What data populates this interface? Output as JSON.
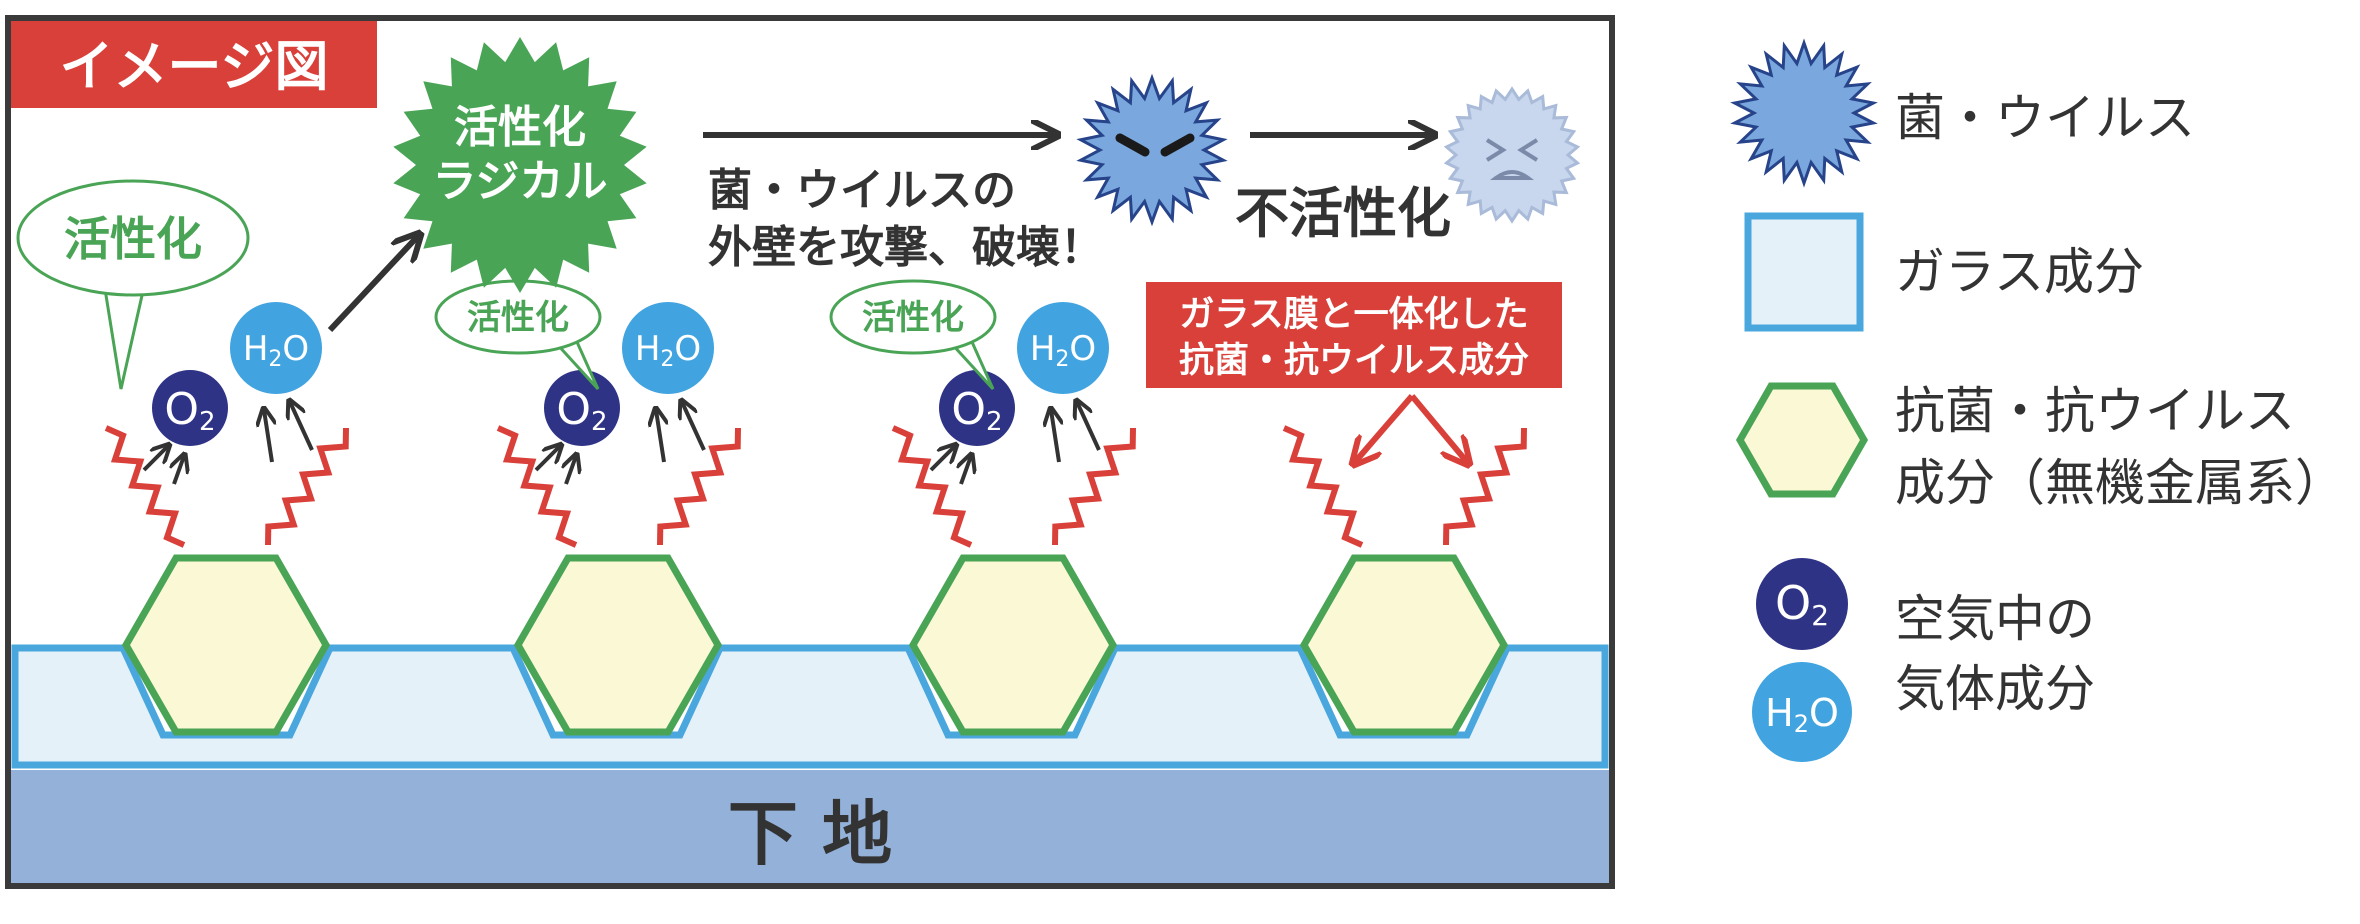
{
  "badge": "イメージ図",
  "radical_label": [
    "活性化",
    "ラジカル"
  ],
  "attack_text": [
    "菌・ウイルスの",
    "外壁を攻撃、破壊！"
  ],
  "inactivation_label": "不活性化",
  "activation_bubble": "活性化",
  "callout_text": [
    "ガラス膜と一体化した",
    "抗菌・抗ウイルス成分"
  ],
  "substrate_label": "下 地",
  "molecules": {
    "o2": "O2",
    "h2o": "H2O"
  },
  "legend": [
    {
      "key": "virus",
      "lines": [
        "菌・ウイルス"
      ]
    },
    {
      "key": "glass",
      "lines": [
        "ガラス成分"
      ]
    },
    {
      "key": "antibacterial",
      "lines": [
        "抗菌・抗ウイルス",
        "成分（無機金属系）"
      ]
    },
    {
      "key": "gas",
      "lines": [
        "空気中の",
        "気体成分"
      ]
    }
  ],
  "colors": {
    "frame": "#3a3a3a",
    "badge": "#d9403a",
    "radical": "#4aa456",
    "glass_fill": "#e4f1f9",
    "glass_stroke": "#4aa7de",
    "hex_fill": "#fbf8d6",
    "hex_stroke": "#4aa456",
    "substrate": "#93b1d9",
    "o2": "#2f3385",
    "h2o": "#41a4e0",
    "zigzag": "#d9403a",
    "virus": "#7aa8de",
    "virus_inactive": "#c8d7ee",
    "text": "#333333"
  }
}
